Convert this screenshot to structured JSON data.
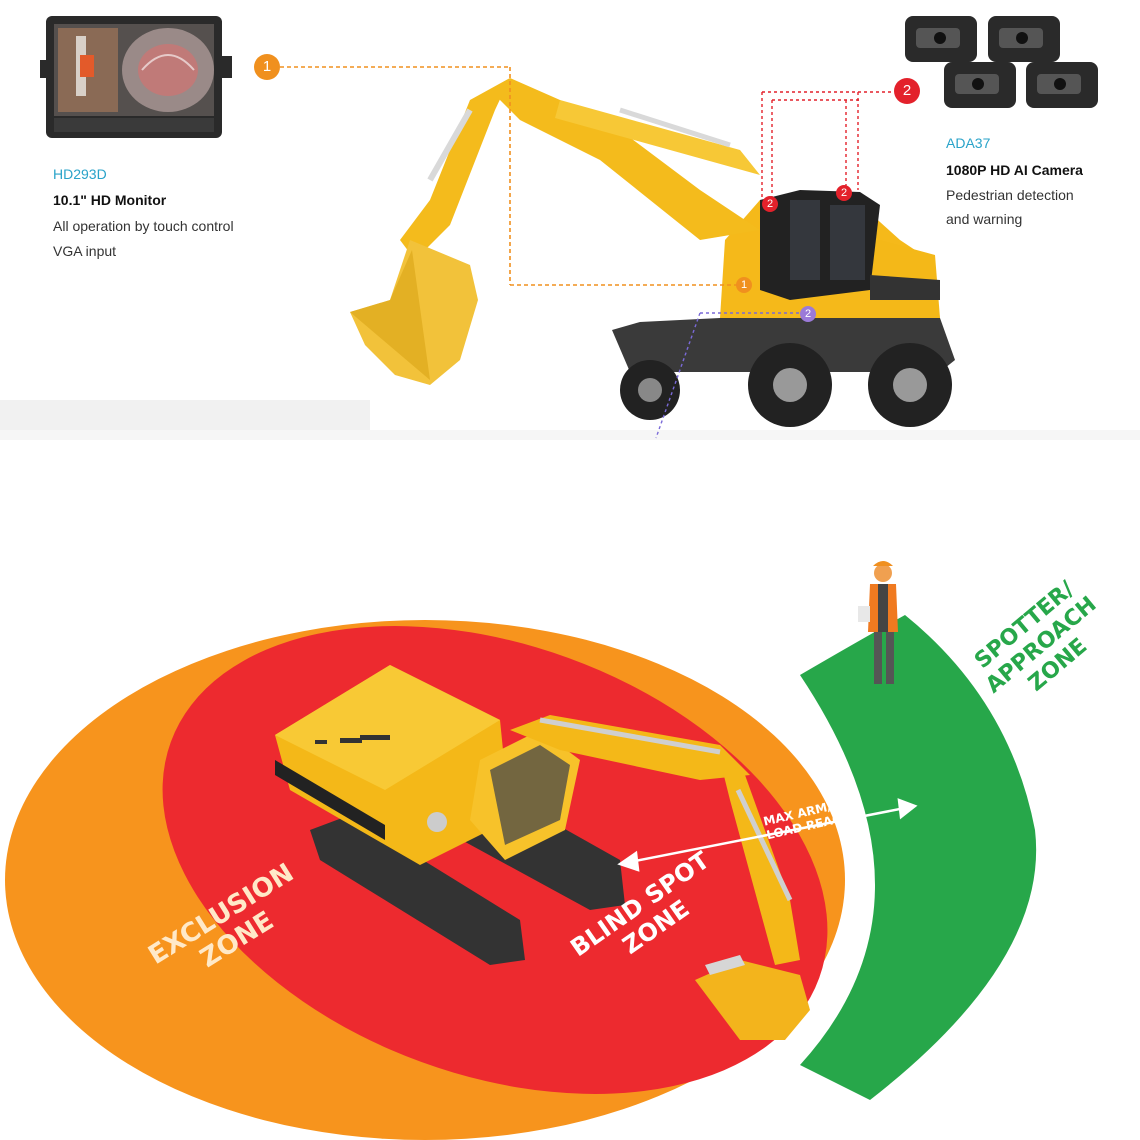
{
  "monitor": {
    "code": "HD293D",
    "title": "10.1\" HD Monitor",
    "features": [
      "All operation by touch control",
      "VGA input"
    ],
    "callout_number": "1"
  },
  "camera": {
    "code": "ADA37",
    "title": "1080P HD AI Camera",
    "features": [
      "Pedestrian detection",
      "and warning"
    ],
    "callout_number": "2"
  },
  "markers": {
    "monitor_marker": "1",
    "camera_marker_a": "2",
    "camera_marker_b": "2",
    "camera_marker_c": "2"
  },
  "zones": {
    "exclusion": [
      "EXCLUSION",
      "ZONE"
    ],
    "blind_spot": [
      "BLIND SPOT",
      "ZONE"
    ],
    "spotter": [
      "SPOTTER/",
      "APPROACH",
      "ZONE"
    ],
    "reach_label": [
      "MAX ARM/",
      "LOAD REACH"
    ]
  },
  "colors": {
    "accent_blue": "#29a3c9",
    "callout_orange": "#f0901e",
    "callout_red": "#e3212b",
    "callout_purple": "#9b7ad8",
    "exclusion_zone": "#f7941d",
    "blind_spot_zone": "#ed2a2f",
    "spotter_zone": "#27a74a",
    "machine_yellow": "#f7c21a"
  }
}
